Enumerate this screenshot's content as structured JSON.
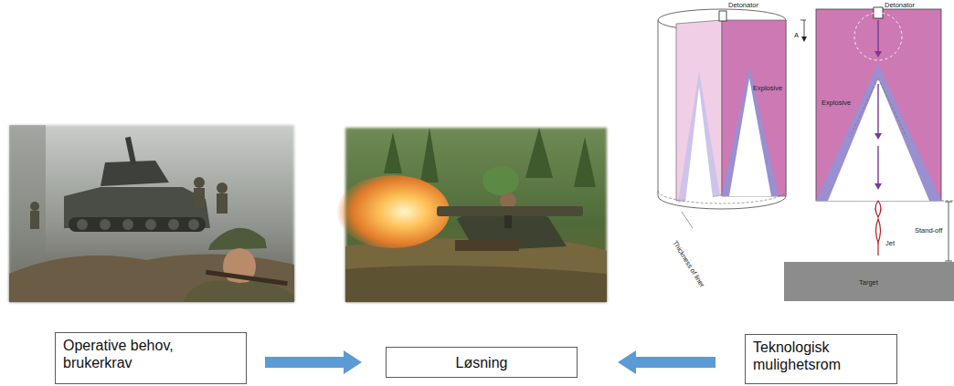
{
  "diagram": {
    "nodes": [
      {
        "text": [
          "Operative behov, brukerkrav"
        ]
      },
      {
        "text": [
          "Løsning"
        ]
      },
      {
        "text": [
          "Teknologisk mulighetsrom"
        ]
      }
    ],
    "edges": [
      {
        "from": 0,
        "to": 1,
        "arrow": "to"
      },
      {
        "from": 2,
        "to": 1,
        "arrow": "to"
      }
    ],
    "labels": [
      "Detonator",
      "Explosive",
      "A",
      "Thickness of liner",
      "Detonator",
      "Explosive",
      "Jet",
      "Stand-off",
      "Target"
    ]
  }
}
